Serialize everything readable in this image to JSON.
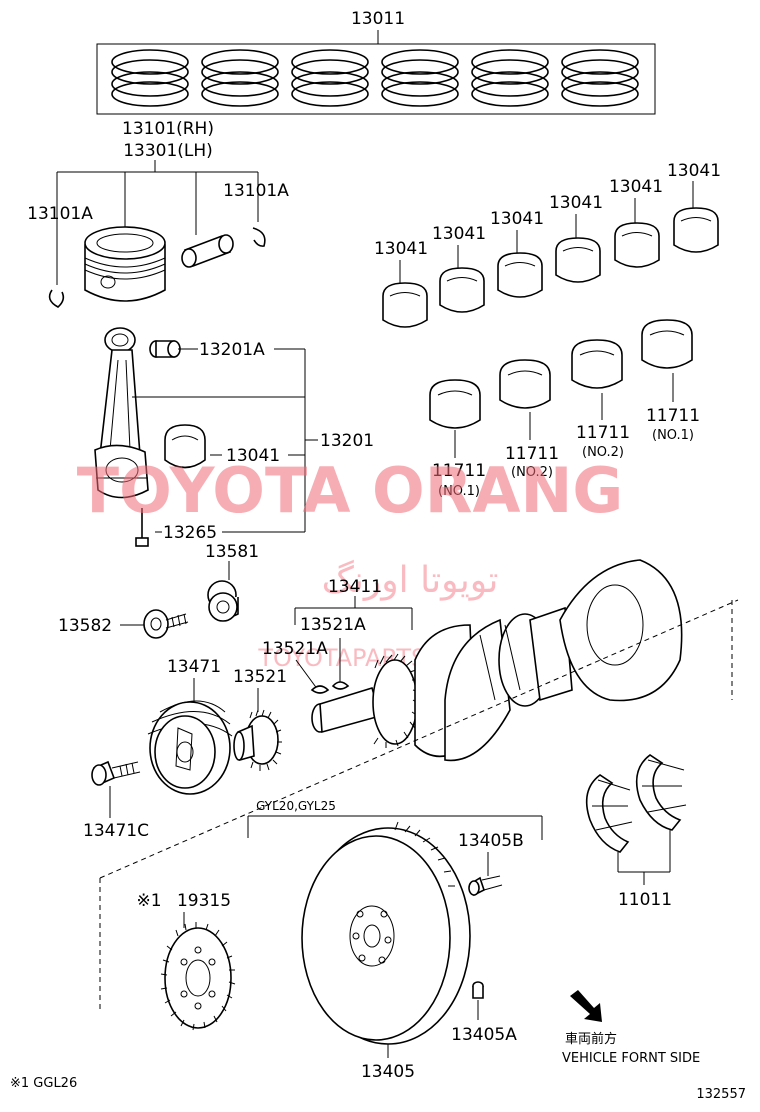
{
  "labels": {
    "p13011": "13011",
    "p13101_rh": "13101(RH)",
    "p13301_lh": "13301(LH)",
    "p13101a_left": "13101A",
    "p13101a_right": "13101A",
    "p13201a": "13201A",
    "p13041_rod": "13041",
    "p13201": "13201",
    "p13265": "13265",
    "p13041_b1": "13041",
    "p13041_b2": "13041",
    "p13041_b3": "13041",
    "p13041_b4": "13041",
    "p13041_b5": "13041",
    "p13041_b6": "13041",
    "p11711_a": "11711",
    "p11711_a_note": "(NO.1)",
    "p11711_b": "11711",
    "p11711_b_note": "(NO.2)",
    "p11711_c": "11711",
    "p11711_c_note": "(NO.2)",
    "p11711_d": "11711",
    "p11711_d_note": "(NO.1)",
    "p13581": "13581",
    "p13582": "13582",
    "p13411": "13411",
    "p13521a_1": "13521A",
    "p13521a_2": "13521A",
    "p13471": "13471",
    "p13521": "13521",
    "p13471c": "13471C",
    "gyl": "GYL20,GYL25",
    "p13405b": "13405B",
    "p19315": "19315",
    "p19315_mark": "※1",
    "p11011": "11011",
    "p13405a": "13405A",
    "p13405": "13405",
    "front_jp": "車両前方",
    "front_en": "VEHICLE FORNT SIDE",
    "footnote": "※1 GGL26",
    "diagram_no": "132557"
  },
  "watermarks": {
    "main": "TOYOTA ORANG",
    "persian": "تویوتا اورنگ",
    "sub": "TOYOTAPARTS.IR"
  },
  "colors": {
    "line": "#000000",
    "watermark": "#f26b77",
    "background": "#ffffff"
  }
}
